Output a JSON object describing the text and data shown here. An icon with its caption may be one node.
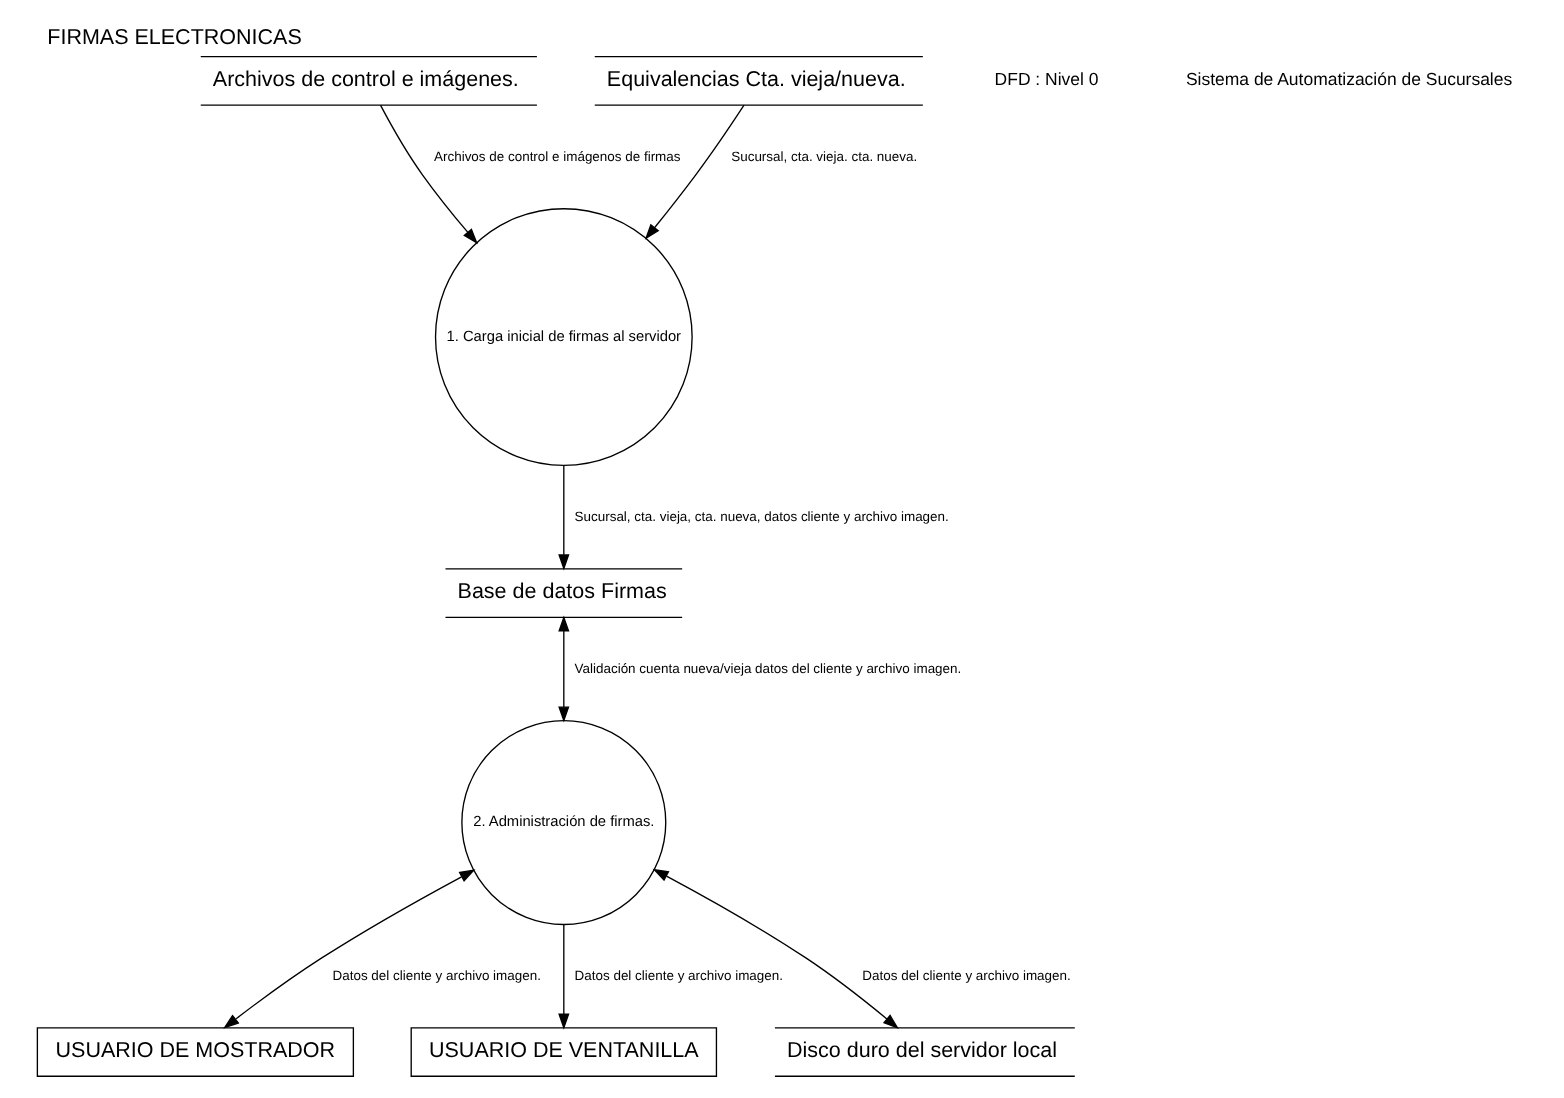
{
  "diagram": {
    "title": "FIRMAS ELECTRONICAS",
    "nodes": [
      {
        "text": [
          "Base de datos Firmas"
        ]
      },
      {
        "text": [
          "1. Carga inicial de firmas al servidor"
        ]
      },
      {
        "text": [
          "Archivos de control e imágenes."
        ]
      },
      {
        "text": [
          "Equivalencias Cta. vieja/nueva."
        ]
      },
      {
        "text": [
          "USUARIO DE MOSTRADOR"
        ]
      },
      {
        "text": [
          "2. Administración de firmas."
        ]
      },
      {
        "text": [
          "USUARIO DE VENTANILLA"
        ]
      },
      {
        "text": [
          "Disco duro del servidor local"
        ]
      }
    ],
    "edges": [
      {
        "from": 2,
        "to": 1,
        "arrow": "to",
        "label": "Archivos de control e imágenos de firmas"
      },
      {
        "from": 3,
        "to": 1,
        "arrow": "to",
        "label": "Sucursal, cta. vieja. cta. nueva."
      },
      {
        "from": 1,
        "to": 0,
        "arrow": "to",
        "label": "Sucursal, cta. vieja, cta. nueva, datos cliente y archivo imagen."
      },
      {
        "from": 0,
        "to": 5,
        "arrow": "both",
        "label": "Validación cuenta nueva/vieja datos del cliente y archivo imagen."
      },
      {
        "from": 5,
        "to": 4,
        "arrow": "both",
        "label": "Datos del cliente y archivo imagen."
      },
      {
        "from": 5,
        "to": 6,
        "arrow": "to",
        "label": "Datos del cliente y archivo imagen."
      },
      {
        "from": 5,
        "to": 7,
        "arrow": "both",
        "label": "Datos del cliente y archivo imagen."
      }
    ],
    "labels": [
      "DFD : Nivel 0",
      "Sistema de Automatización de Sucursales"
    ]
  }
}
